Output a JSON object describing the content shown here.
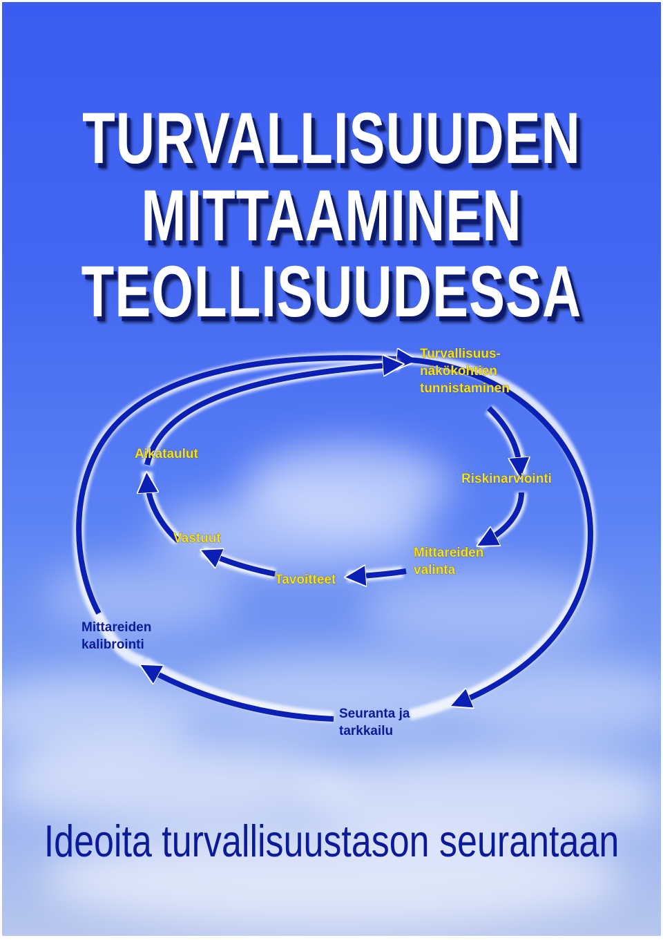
{
  "title": {
    "line1": "TURVALLISUUDEN",
    "line2": "MITTAAMINEN",
    "line3": "TEOLLISUUDESSA"
  },
  "diagram": {
    "inner_cycle": {
      "step1": [
        "Turvallisuus-",
        "näkökohtien",
        "tunnistaminen"
      ],
      "step2": "Riskinarviointi",
      "step3": [
        "Mittareiden",
        "valinta"
      ],
      "step4": "Tavoitteet",
      "step5": "Vastuut",
      "step6": "Aikataulut"
    },
    "outer_cycle": {
      "step1": [
        "Seuranta ja",
        "tarkkailu"
      ],
      "step2": [
        "Mittareiden",
        "kalibrointi"
      ]
    },
    "colors": {
      "arrow": "#0a1fb3",
      "inner_label": "#ffe600",
      "outer_label": "#0a1a9a"
    }
  },
  "subtitle": "Ideoita turvallisuustason seurantaan"
}
